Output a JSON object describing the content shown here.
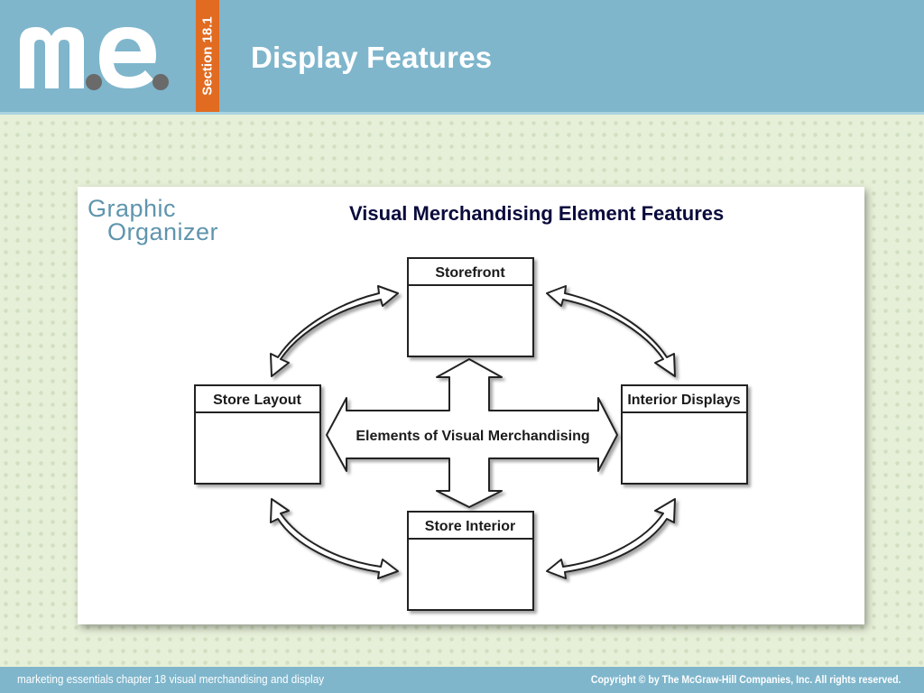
{
  "header": {
    "section_label": "Section 18.1",
    "title": "Display Features"
  },
  "logo": {
    "name": "marketing-essentials-logo",
    "letters": "me",
    "dot_color": "#6a6a6a"
  },
  "graphic_organizer": {
    "line1": "Graphic",
    "line2": "Organizer"
  },
  "diagram": {
    "title": "Visual Merchandising Element Features",
    "center": "Elements of Visual Merchandising",
    "boxes": {
      "top": "Storefront",
      "left": "Store Layout",
      "right": "Interior Displays",
      "bottom": "Store Interior"
    }
  },
  "footer": {
    "left": "marketing essentials  chapter 18  visual merchandising and display",
    "right": "Copyright © by The McGraw-Hill Companies, Inc. All rights reserved."
  },
  "colors": {
    "header_bg": "#7fb6cc",
    "section_tab": "#e06b21",
    "organizer_text": "#5f95ad",
    "page_bg": "#e6efd8"
  }
}
